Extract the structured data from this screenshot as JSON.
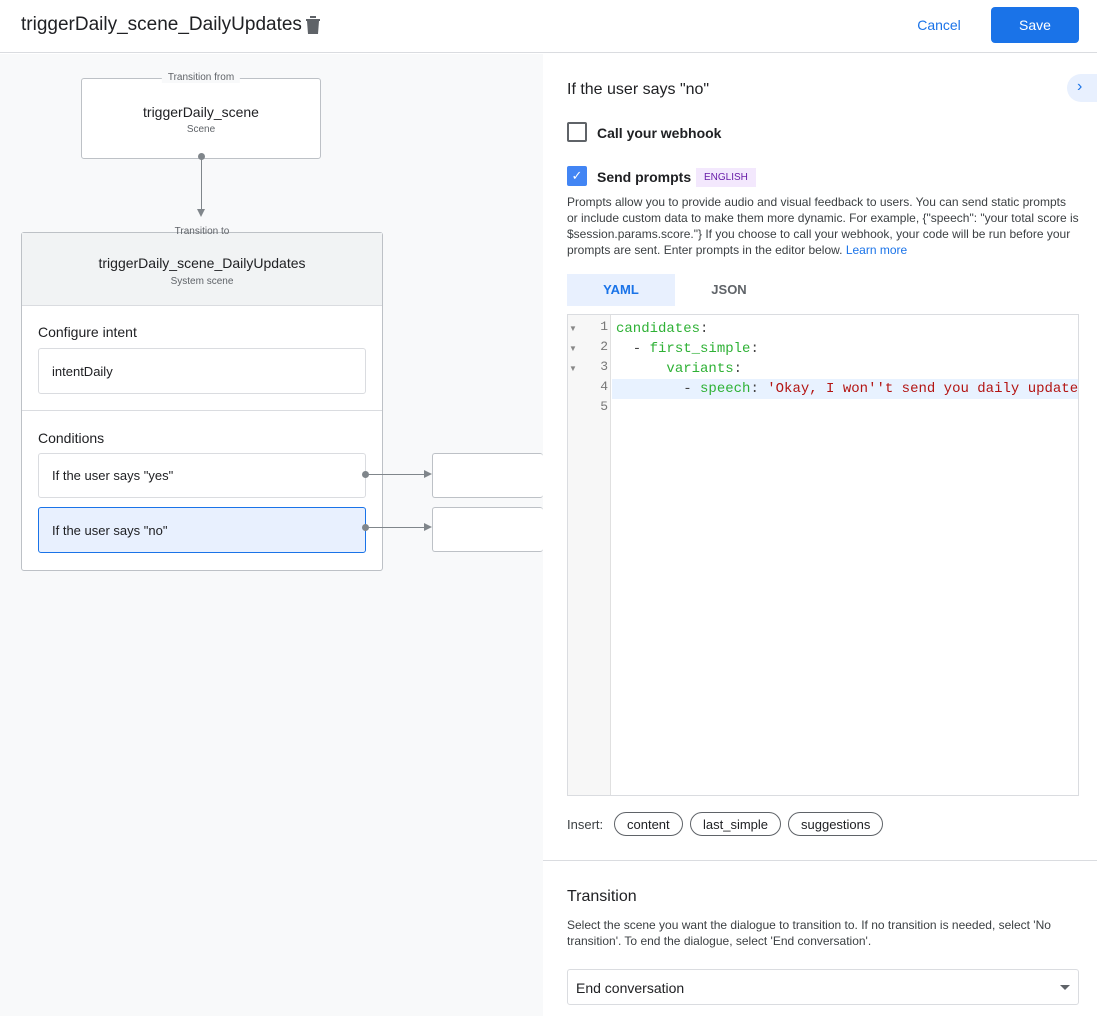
{
  "header": {
    "title": "triggerDaily_scene_DailyUpdates",
    "cancel_label": "Cancel",
    "save_label": "Save"
  },
  "canvas": {
    "from": {
      "caption": "Transition from",
      "name": "triggerDaily_scene",
      "type": "Scene"
    },
    "to": {
      "caption": "Transition to",
      "name": "triggerDaily_scene_DailyUpdates",
      "type": "System scene"
    },
    "intent_label": "Configure intent",
    "intent_value": "intentDaily",
    "conditions_label": "Conditions",
    "conditions": [
      {
        "label": "If the user says \"yes\"",
        "selected": false
      },
      {
        "label": "If the user says \"no\"",
        "selected": true
      }
    ]
  },
  "panel": {
    "title": "If the user says \"no\"",
    "webhook_label": "Call your webhook",
    "webhook_checked": false,
    "prompts_label": "Send prompts",
    "prompts_checked": true,
    "language_badge": "ENGLISH",
    "description": "Prompts allow you to provide audio and visual feedback to users. You can send static prompts or include custom data to make them more dynamic. For example, {\"speech\": \"your total score is $session.params.score.\"} If you choose to call your webhook, your code will be run before your prompts are sent. Enter prompts in the editor below.",
    "learn_more": "Learn more",
    "tabs": [
      {
        "label": "YAML",
        "active": true
      },
      {
        "label": "JSON",
        "active": false
      }
    ],
    "editor": {
      "line_numbers": [
        "1",
        "2",
        "3",
        "4",
        "5"
      ],
      "lines": [
        [
          {
            "t": "candidates",
            "c": "k"
          },
          {
            "t": ":",
            "c": "p"
          }
        ],
        [
          {
            "t": "  - ",
            "c": "p"
          },
          {
            "t": "first_simple",
            "c": "k"
          },
          {
            "t": ":",
            "c": "p"
          }
        ],
        [
          {
            "t": "      ",
            "c": "p"
          },
          {
            "t": "variants",
            "c": "k"
          },
          {
            "t": ":",
            "c": "p"
          }
        ],
        [
          {
            "t": "        - ",
            "c": "p"
          },
          {
            "t": "speech",
            "c": "k"
          },
          {
            "t": ": ",
            "c": "p"
          },
          {
            "t": "'Okay, I won''t send you daily update",
            "c": "s"
          }
        ],
        []
      ]
    },
    "insert_label": "Insert:",
    "insert_chips": [
      "content",
      "last_simple",
      "suggestions"
    ],
    "transition_title": "Transition",
    "transition_desc": "Select the scene you want the dialogue to transition to. If no transition is needed, select 'No transition'. To end the dialogue, select 'End conversation'.",
    "transition_value": "End conversation"
  },
  "colors": {
    "accent": "#1a73e8",
    "selected_bg": "#e8f0fe",
    "badge_bg": "#f3e8fd",
    "badge_text": "#681da8"
  }
}
